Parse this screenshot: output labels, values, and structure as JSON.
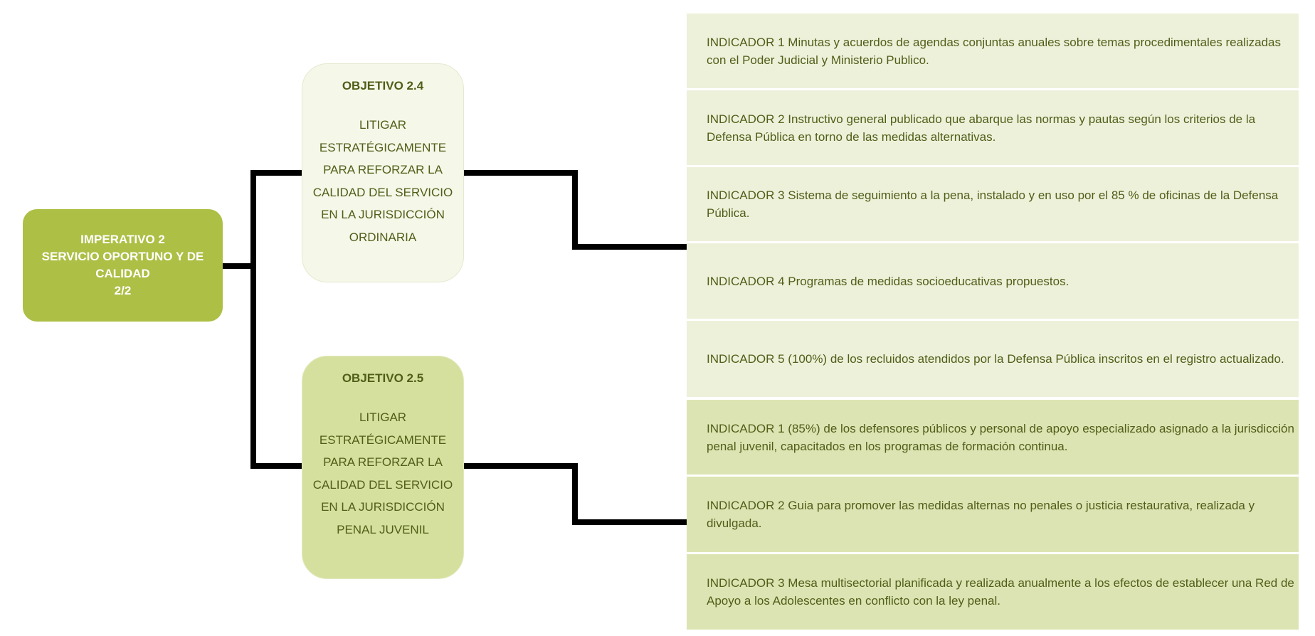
{
  "imperative": {
    "line1": "IMPERATIVO 2",
    "line2": "SERVICIO OPORTUNO Y DE CALIDAD",
    "line3": "2/2"
  },
  "objectives": [
    {
      "title": "OBJETIVO 2.4",
      "text": "LITIGAR ESTRATÉGICAMENTE PARA REFORZAR LA CALIDAD DEL SERVICIO EN LA JURISDICCIÓN ORDINARIA",
      "indicators": [
        "INDICADOR 1 Minutas y acuerdos de agendas conjuntas anuales sobre temas procedimentales realizadas con el Poder Judicial y Ministerio Publico.",
        "INDICADOR 2 Instructivo general publicado  que abarque las normas y pautas según los criterios de la Defensa Pública en torno de las medidas alternativas.",
        "INDICADOR 3 Sistema de seguimiento a la pena, instalado y en uso por el 85 % de oficinas de la Defensa Pública.",
        "INDICADOR 4 Programas de medidas socioeducativas propuestos.",
        "INDICADOR 5 (100%) de los recluidos atendidos por la Defensa Pública inscritos en el registro actualizado."
      ]
    },
    {
      "title": "OBJETIVO 2.5",
      "text": "LITIGAR ESTRATÉGICAMENTE PARA REFORZAR LA CALIDAD DEL SERVICIO EN LA JURISDICCIÓN PENAL JUVENIL",
      "indicators": [
        "INDICADOR 1 (85%) de los defensores públicos y personal de apoyo especializado asignado a la jurisdicción penal juvenil, capacitados en los programas de formación continua.",
        "INDICADOR 2 Guia para promover las medidas alternas no penales o justicia restaurativa, realizada y divulgada.",
        "INDICADOR 3 Mesa multisectorial  planificada y realizada anualmente a los efectos de establecer una Red de Apoyo a los Adolescentes en conflicto con la ley penal."
      ]
    }
  ],
  "colors": {
    "imperative_fill": "#adbf45",
    "objective_2_4_fill": "#f5f7e8",
    "objective_2_5_fill": "#d6e09e",
    "indicator_light_fill": "#eef1da",
    "indicator_dark_fill": "#dde4b3",
    "text_dark_green": "#4f5e18",
    "connector": "#000000"
  }
}
